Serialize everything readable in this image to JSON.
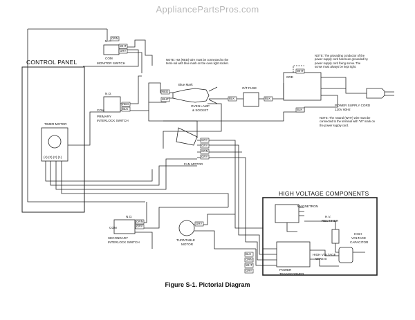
{
  "header": {
    "watermark": "AppliancePartsPros.com"
  },
  "figure": {
    "caption": "Figure S-1. Pictorial Diagram"
  },
  "sections": {
    "control_panel": "CONTROL PANEL",
    "high_voltage": "HIGH VOLTAGE COMPONENTS"
  },
  "components": {
    "monitor_switch": "MONITOR SWITCH",
    "monitor_nc": "N.C.",
    "monitor_com": "COM",
    "primary_switch_line1": "PRIMARY",
    "primary_switch_line2": "INTERLOCK SWITCH",
    "primary_no": "N.O.",
    "primary_com": "COM",
    "timer_motor": "TIMER MOTOR",
    "timer_pins": "(4) (3) (2) (1)",
    "oven_lamp_line1": "OVEN LAMP",
    "oven_lamp_line2": "& SOCKET",
    "blue_mark": "Blue Mark",
    "ot_fuse": "O/T FUSE",
    "fan_motor": "FAN MOTOR",
    "secondary_switch_line1": "SECONDARY",
    "secondary_switch_line2": "INTERLOCK SWITCH",
    "secondary_no": "N.O.",
    "secondary_com": "COM",
    "turntable_line1": "TURNTABLE",
    "turntable_line2": "MOTOR",
    "power_cord_line1": "POWER SUPPLY CORD",
    "power_cord_line2": "120V 60Hz",
    "magnetron": "MAGNETRON",
    "hv_rectifier_line1": "H.V.",
    "hv_rectifier_line2": "RECTIFIER",
    "hv_capacitor_line1": "HIGH",
    "hv_capacitor_line2": "VOLTAGE",
    "hv_capacitor_line3": "CAPACITOR",
    "hv_wire_line1": "HIGH VOLTAGE",
    "hv_wire_line2": "WIRE B",
    "transformer_line1": "POWER",
    "transformer_line2": "TRANSFORMER"
  },
  "notes": {
    "lamp_note": "NOTE: Hot (RED) wire must be connected to the termi-nal with blue mark on the oven light socket.",
    "ground_note": "NOTE: The grounding conductor of the power supply cord has been grounded by power supply cord fixing screw. The screw must always be kept tight.",
    "neutral_note": "NOTE: The neutral (WHT) wire must be connected to the terminal with \"W\" mark on the power supply cord."
  },
  "wire_labels": {
    "orn": "ORN",
    "wht": "WHT",
    "gry": "GRY",
    "red": "RED",
    "blk": "BLK",
    "grd": "GRD"
  }
}
